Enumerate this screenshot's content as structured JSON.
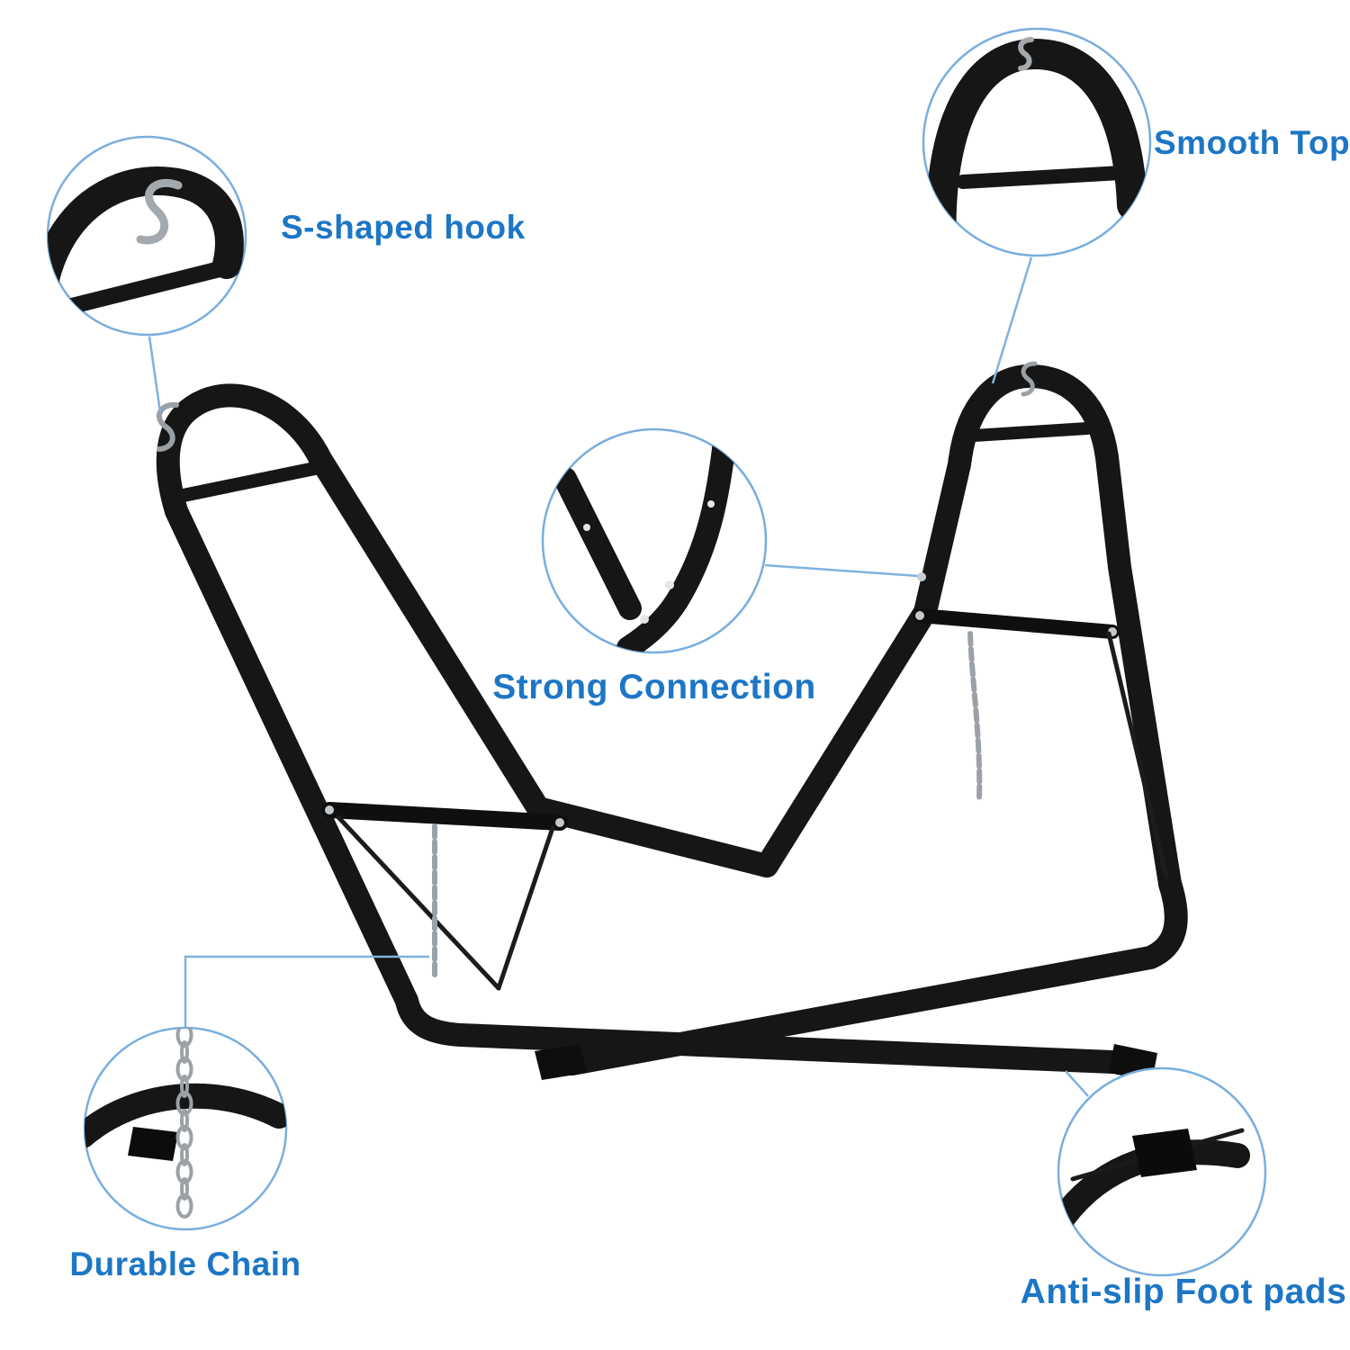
{
  "colors": {
    "accent_text": "#1d76c5",
    "callout_outline": "#79aede",
    "frame_black": "#161616",
    "metal_silver": "#9ba1a7",
    "background": "#ffffff"
  },
  "callouts": [
    {
      "id": "s-hook",
      "label": "S-shaped hook"
    },
    {
      "id": "smooth-top",
      "label": "Smooth Top"
    },
    {
      "id": "strong-connection",
      "label": "Strong Connection"
    },
    {
      "id": "durable-chain",
      "label": "Durable Chain"
    },
    {
      "id": "foot-pads",
      "label": "Anti-slip Foot pads"
    }
  ]
}
